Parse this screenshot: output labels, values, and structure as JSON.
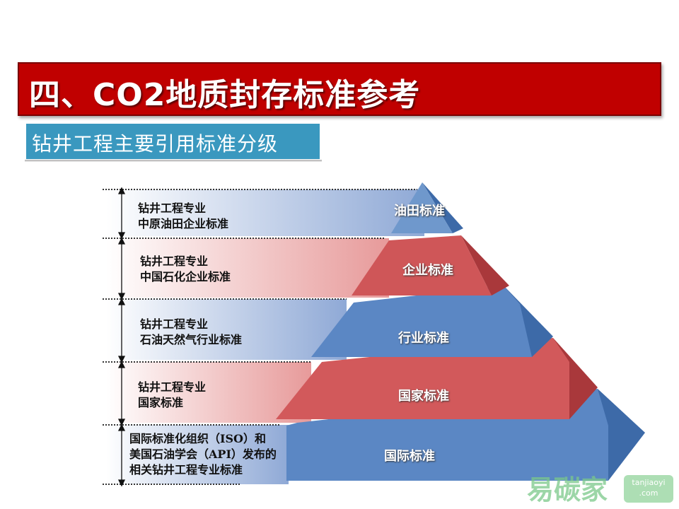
{
  "title": "四、CO2地质封存标准参考",
  "subtitle": "钻井工程主要引用标准分级",
  "levels": [
    {
      "tier": "油田标准",
      "desc": [
        "钻井工程专业",
        "中原油田企业标准"
      ]
    },
    {
      "tier": "企业标准",
      "desc": [
        "钻井工程专业",
        "中国石化企业标准"
      ]
    },
    {
      "tier": "行业标准",
      "desc": [
        "钻井工程专业",
        "石油天然气行业标准"
      ]
    },
    {
      "tier": "国家标准",
      "desc": [
        "钻井工程专业",
        "国家标准"
      ]
    },
    {
      "tier": "国际标准",
      "desc": [
        "国际标准化组织（ISO）和",
        "美国石油学会（API）发布的",
        "相关钻井工程专业标准"
      ]
    }
  ],
  "watermark": {
    "brand": "易碳家",
    "site_line1": "tanjiaoyi",
    "site_line2": ".com"
  },
  "colors": {
    "red": "#c00000",
    "blue": "#4f7fbf",
    "teal": "#3a98bf",
    "pyr_red": "#c8484a"
  }
}
